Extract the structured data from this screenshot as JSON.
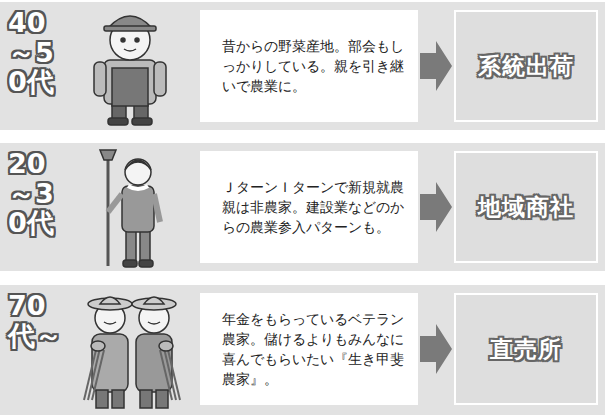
{
  "diagram": {
    "nodes": [
      {
        "text": [
          "40～50代"
        ]
      },
      {
        "text": [
          "昔からの野菜産地。部会もしっかりしている。親を引き継いで農業に。"
        ]
      },
      {
        "text": [
          "系統出荷"
        ]
      },
      {
        "text": [
          "20～30代"
        ]
      },
      {
        "text": [
          "ＪターンＩターンで新規就農親は非農家。建設業などのからの農業参入パターンも。"
        ]
      },
      {
        "text": [
          "地域商社"
        ]
      },
      {
        "text": [
          "70代～"
        ]
      },
      {
        "text": [
          "年金をもらっているベテラン農家。儲けるよりもみんなに喜んでもらいたい『生き甲斐農家』。"
        ]
      },
      {
        "text": [
          "直売所"
        ]
      }
    ],
    "edges": [
      {
        "from": 1,
        "to": 2,
        "arrow": "to"
      },
      {
        "from": 4,
        "to": 5,
        "arrow": "to"
      },
      {
        "from": 7,
        "to": 8,
        "arrow": "to"
      }
    ]
  }
}
